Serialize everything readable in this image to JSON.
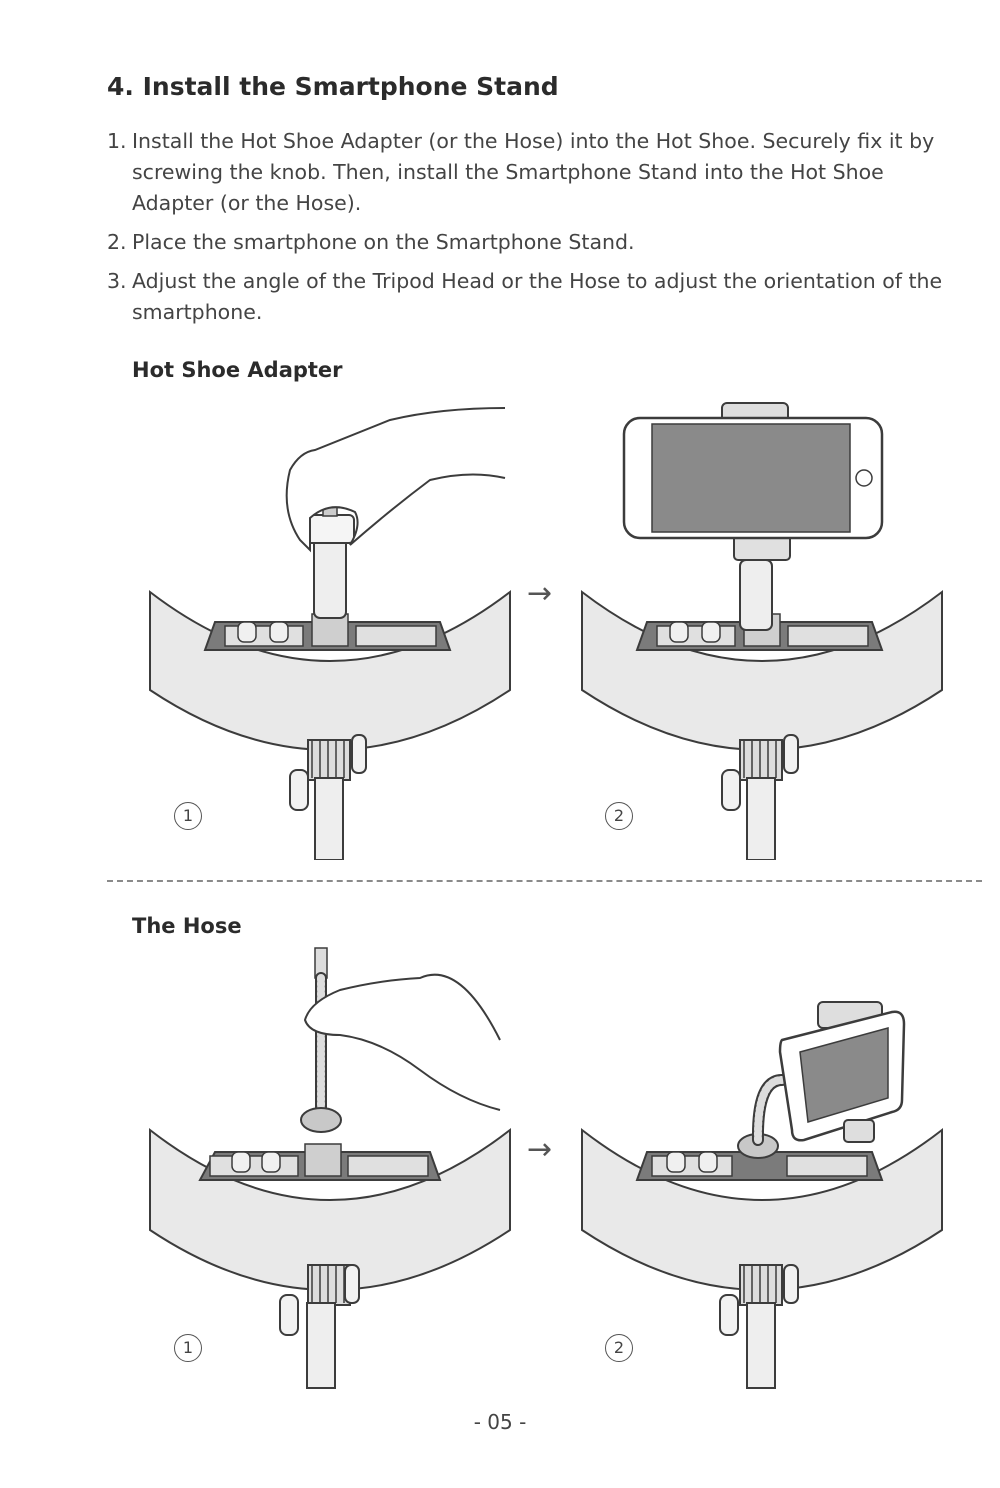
{
  "heading": "4. Install the Smartphone Stand",
  "steps": [
    {
      "num": "1.",
      "text": "Install the Hot Shoe Adapter (or the Hose) into the Hot Shoe. Securely fix it by screwing the knob. Then, install the Smartphone Stand into the Hot Shoe Adapter (or the Hose)."
    },
    {
      "num": "2.",
      "text": "Place the smartphone on the Smartphone Stand."
    },
    {
      "num": "3.",
      "text": "Adjust the angle of the Tripod Head or the Hose to adjust the orientation of the smartphone."
    }
  ],
  "sections": [
    {
      "label": "Hot Shoe Adapter",
      "step_a": "1",
      "step_b": "2",
      "arrow": "→"
    },
    {
      "label": "The Hose",
      "step_a": "1",
      "step_b": "2",
      "arrow": "→"
    }
  ],
  "page_number": "- 05 -",
  "colors": {
    "ring_fill": "#e9e9e9",
    "bar_fill": "#7b7b7b",
    "stroke": "#3c3c3c",
    "text": "#3a3a3a"
  }
}
